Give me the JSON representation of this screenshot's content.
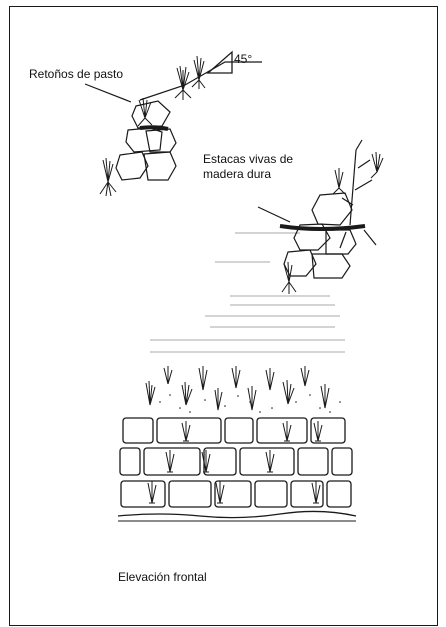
{
  "labels": {
    "grass_shoots": "Retoños de pasto",
    "angle": "45°",
    "live_stakes_line1": "Estacas vivas de",
    "live_stakes_line2": "madera dura",
    "front_elevation": "Elevación frontal"
  },
  "colors": {
    "ink": "#1a1a1a",
    "faint_bleed": "#d4d4d4"
  },
  "icons": {
    "grass": "grass-tuft-icon",
    "stake": "live-stake-branch-icon"
  }
}
